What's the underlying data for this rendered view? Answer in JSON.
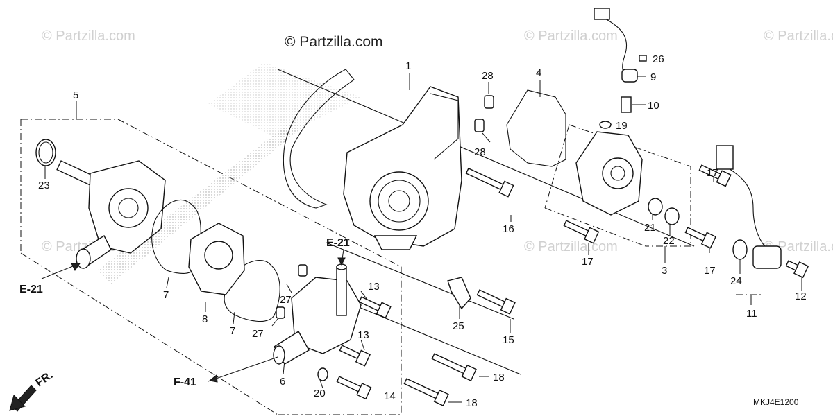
{
  "copyright": "© Partzilla.com",
  "watermark": "© Partzilla.com",
  "diagram_code": "MKJ4E1200",
  "direction_label": "FR.",
  "refs": {
    "e21_left": "E-21",
    "e21_top": "E-21",
    "f41": "F-41"
  },
  "callouts": {
    "c1": "1",
    "c3": "3",
    "c4": "4",
    "c5": "5",
    "c6": "6",
    "c7a": "7",
    "c7b": "7",
    "c8": "8",
    "c9": "9",
    "c10": "10",
    "c11": "11",
    "c12": "12",
    "c13a": "13",
    "c13b": "13",
    "c14": "14",
    "c15": "15",
    "c16": "16",
    "c17a": "17",
    "c17b": "17",
    "c17c": "17",
    "c18a": "18",
    "c18b": "18",
    "c19": "19",
    "c20": "20",
    "c21": "21",
    "c22": "22",
    "c23": "23",
    "c24": "24",
    "c25": "25",
    "c26": "26",
    "c27a": "27",
    "c27b": "27",
    "c28a": "28",
    "c28b": "28"
  }
}
